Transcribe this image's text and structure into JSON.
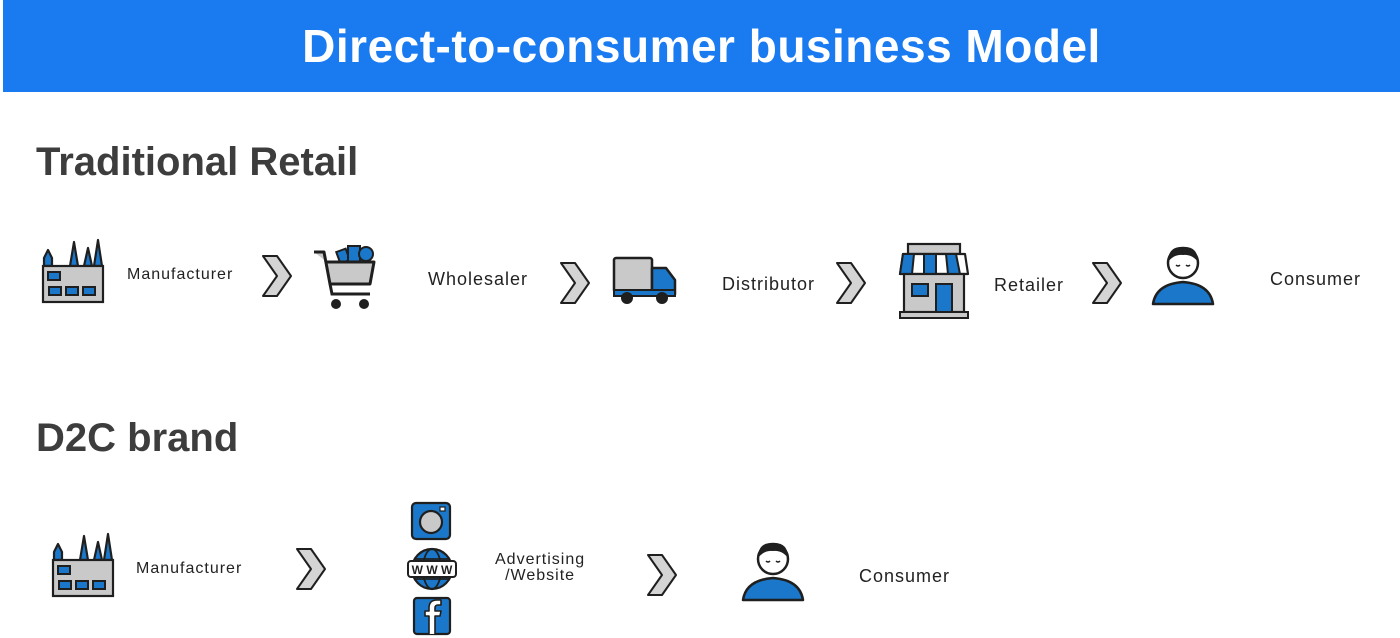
{
  "header": {
    "title": "Direct-to-consumer business Model"
  },
  "traditional": {
    "title": "Traditional Retail",
    "steps": [
      {
        "label": "Manufacturer",
        "icon": "factory-icon"
      },
      {
        "label": "Wholesaler",
        "icon": "shopping-cart-icon"
      },
      {
        "label": "Distributor",
        "icon": "delivery-truck-icon"
      },
      {
        "label": "Retailer",
        "icon": "storefront-icon"
      },
      {
        "label": "Consumer",
        "icon": "person-icon"
      }
    ]
  },
  "d2c": {
    "title": "D2C brand",
    "steps": [
      {
        "label": "Manufacturer",
        "icon": "factory-icon"
      },
      {
        "label_line1": "Advertising",
        "label_line2": "/Website",
        "icons": [
          "instagram-icon",
          "www-globe-icon",
          "facebook-icon"
        ]
      },
      {
        "label": "Consumer",
        "icon": "person-icon"
      }
    ]
  },
  "colors": {
    "banner": "#1a7af0",
    "icon_blue": "#1a77c9",
    "icon_gray": "#c9c9c9",
    "outline": "#1f1f1f",
    "arrow": "#d4d4d4"
  }
}
